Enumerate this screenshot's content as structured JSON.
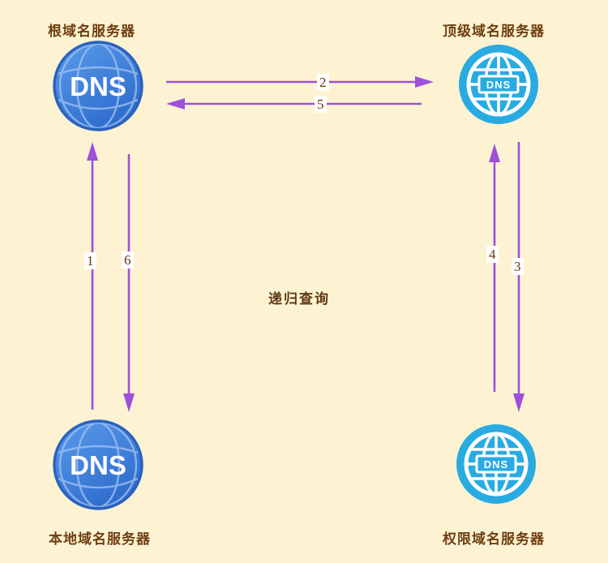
{
  "title": "递归查询",
  "icon_text": "DNS",
  "nodes": {
    "root": {
      "label": "根域名服务器",
      "icon": "dns-globe-blue"
    },
    "tld": {
      "label": "顶级域名服务器",
      "icon": "dns-globe-cyan"
    },
    "local": {
      "label": "本地域名服务器",
      "icon": "dns-globe-blue"
    },
    "auth": {
      "label": "权限域名服务器",
      "icon": "dns-globe-cyan"
    }
  },
  "arrows": {
    "a1": {
      "number": "1",
      "from": "local",
      "to": "root",
      "direction": "up"
    },
    "a2": {
      "number": "2",
      "from": "root",
      "to": "tld",
      "direction": "right"
    },
    "a3": {
      "number": "3",
      "from": "tld",
      "to": "auth",
      "direction": "down"
    },
    "a4": {
      "number": "4",
      "from": "auth",
      "to": "tld",
      "direction": "up"
    },
    "a5": {
      "number": "5",
      "from": "tld",
      "to": "root",
      "direction": "left"
    },
    "a6": {
      "number": "6",
      "from": "root",
      "to": "local",
      "direction": "down"
    }
  },
  "colors": {
    "background": "#fdf3d3",
    "label_text": "#6f3e12",
    "arrow": "#9d50d8",
    "icon_blue": "#3b7fd9",
    "icon_blue_dark": "#2a62bd",
    "icon_cyan": "#29abe2",
    "icon_text_color": "#ffffff",
    "number_text": "#5c3a10",
    "number_background": "#ffffff"
  }
}
